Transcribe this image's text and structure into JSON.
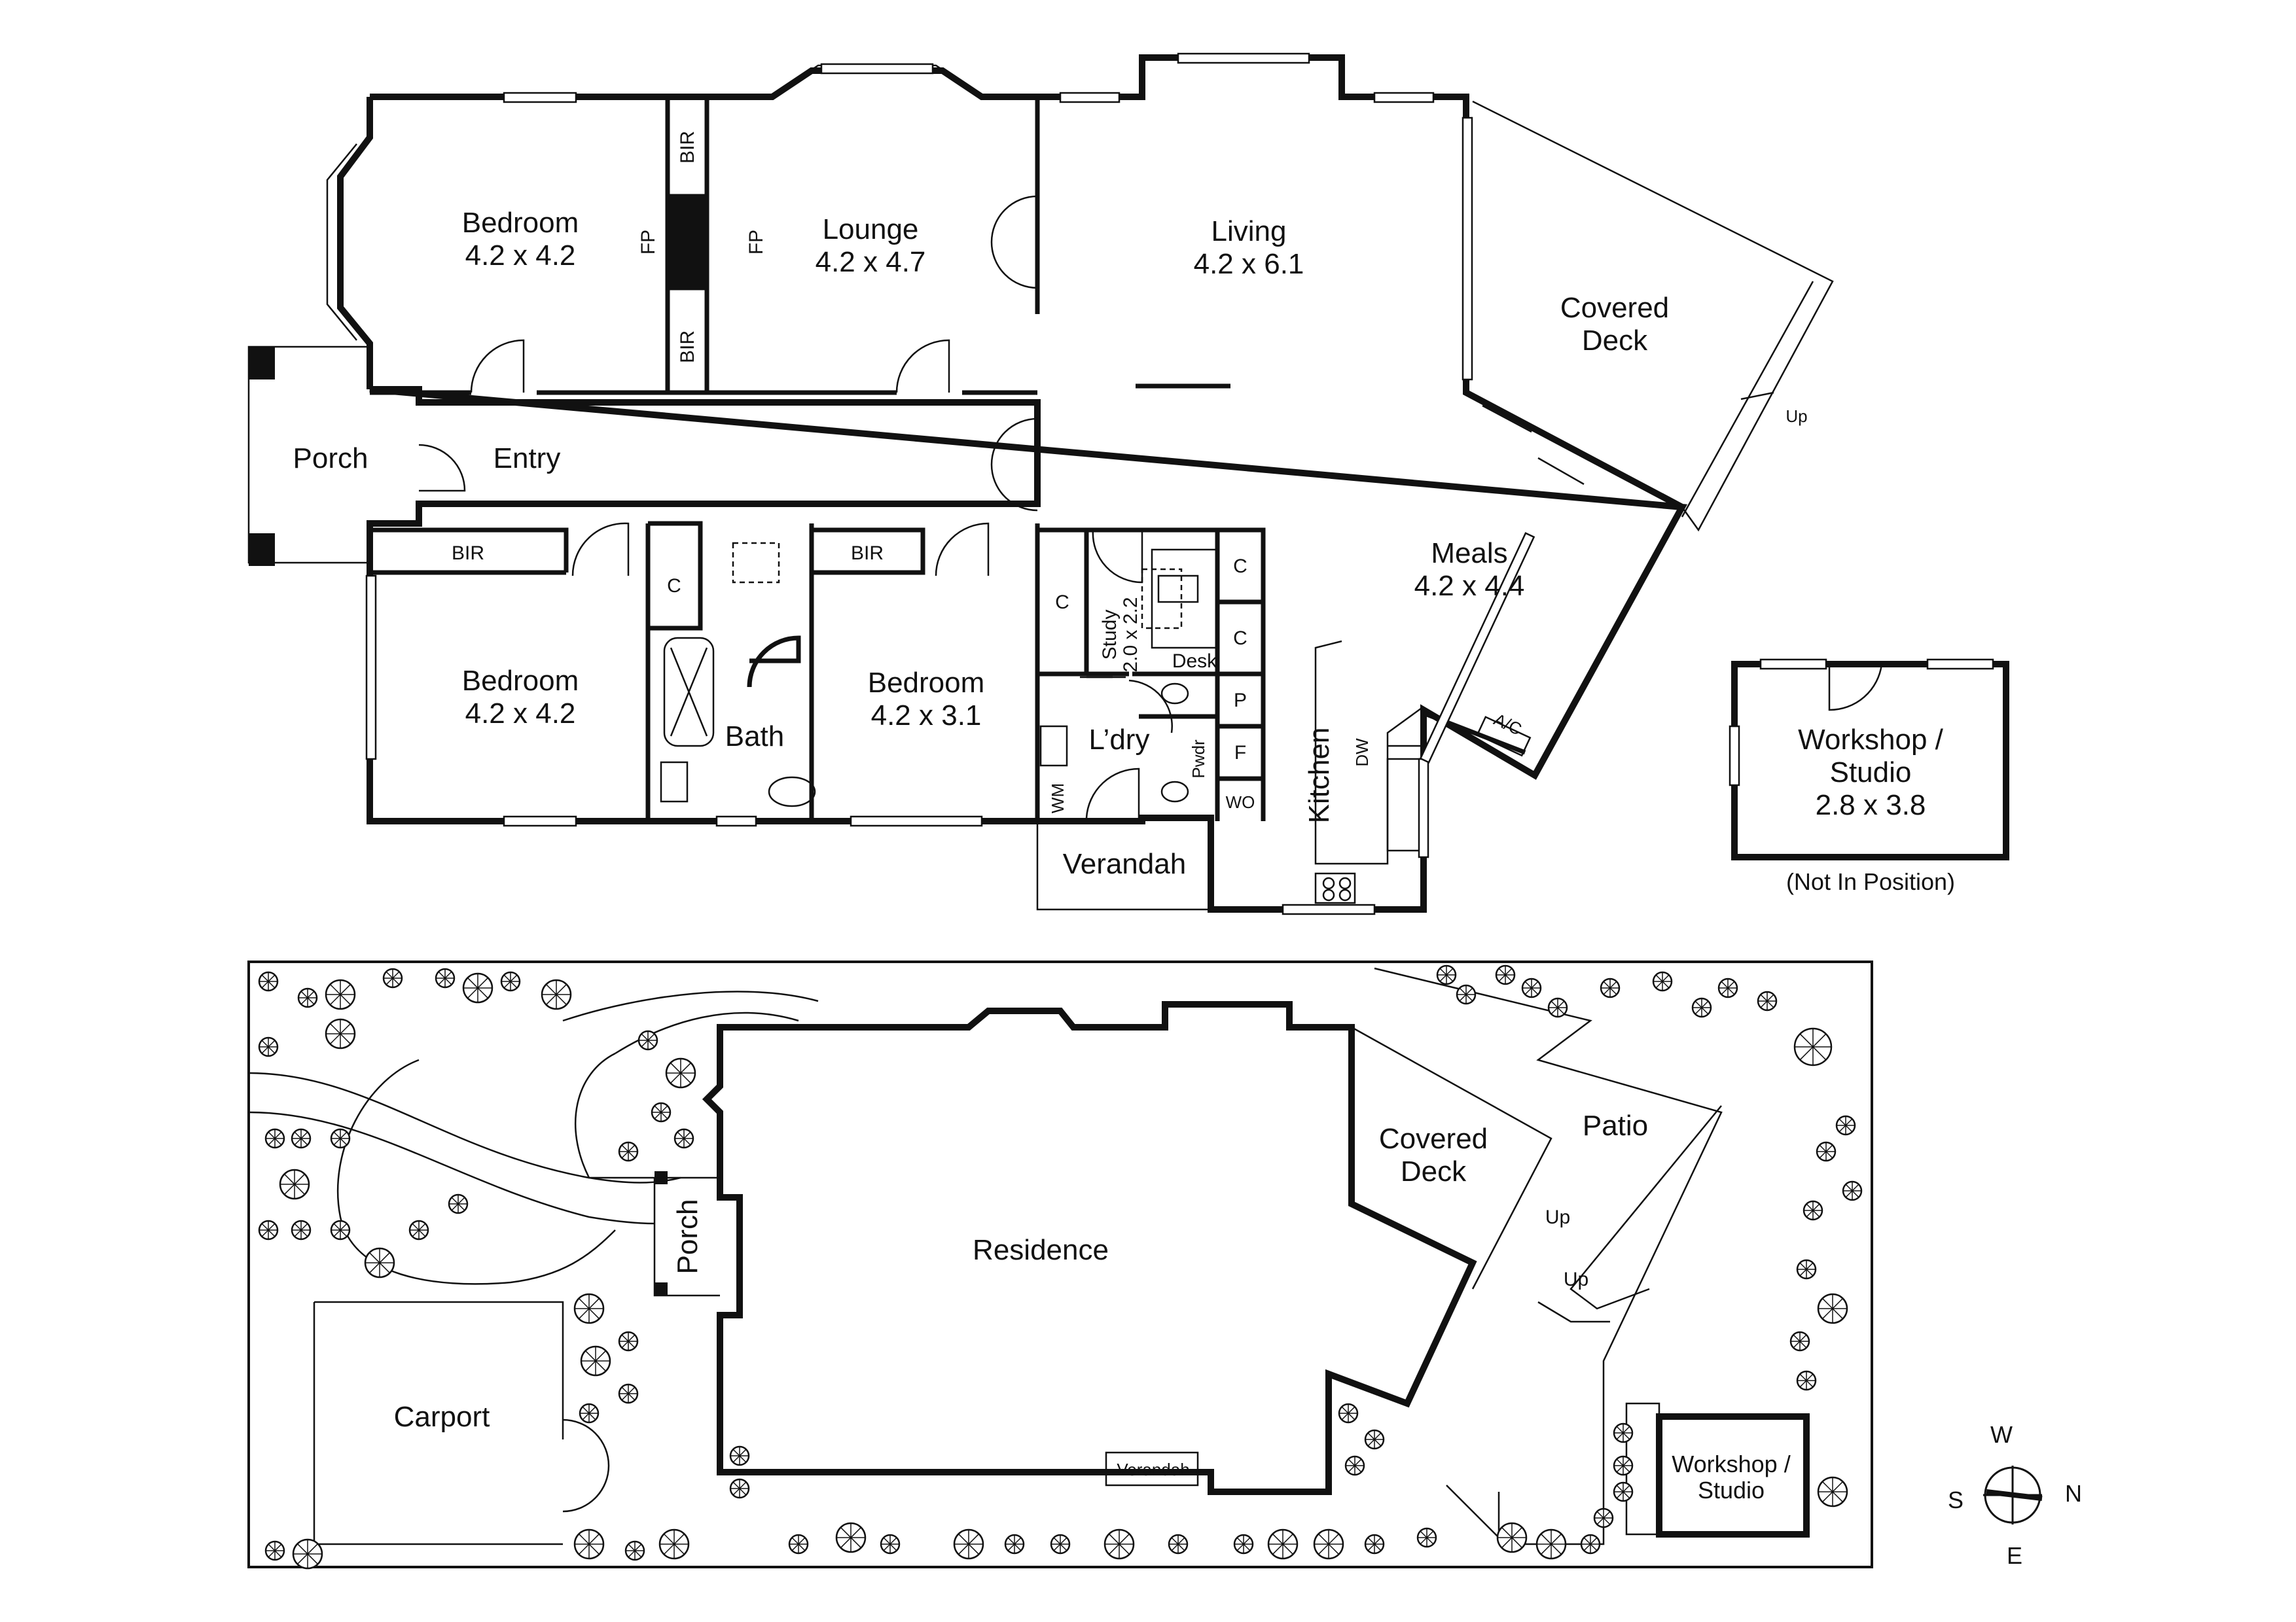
{
  "floor_plan": {
    "rooms": {
      "bedroom_1": {
        "name": "Bedroom",
        "size": "4.2 x 4.2"
      },
      "lounge": {
        "name": "Lounge",
        "size": "4.2 x 4.7"
      },
      "living": {
        "name": "Living",
        "size": "4.2 x 6.1"
      },
      "covered_deck": {
        "line1": "Covered",
        "line2": "Deck"
      },
      "porch": "Porch",
      "entry": "Entry",
      "meals": {
        "name": "Meals",
        "size": "4.2 x 4.4"
      },
      "bedroom_2": {
        "name": "Bedroom",
        "size": "4.2 x 4.2"
      },
      "bath": "Bath",
      "bedroom_3": {
        "name": "Bedroom",
        "size": "4.2 x 3.1"
      },
      "study": {
        "name": "Study",
        "size": "2.0 x 2.2"
      },
      "desk": "Desk",
      "laundry": "L’dry",
      "powder": "Pwdr",
      "kitchen": "Kitchen",
      "verandah": "Verandah",
      "workshop": {
        "line1": "Workshop /",
        "line2": "Studio",
        "size": "2.8 x 3.8",
        "note": "(Not In Position)"
      }
    },
    "fixtures": {
      "bir": "BIR",
      "fp": "FP",
      "cupboard": "C",
      "pantry": "P",
      "fridge": "F",
      "wall_oven": "WO",
      "dishwasher": "DW",
      "washing_machine": "WM",
      "air_con": "A/C",
      "up": "Up"
    }
  },
  "site_plan": {
    "residence": "Residence",
    "covered_deck": {
      "line1": "Covered",
      "line2": "Deck"
    },
    "patio": "Patio",
    "porch": "Porch",
    "carport": "Carport",
    "verandah": "Verandah",
    "workshop": {
      "line1": "Workshop /",
      "line2": "Studio"
    },
    "up": "Up"
  },
  "compass": {
    "north": "N",
    "south": "S",
    "east": "E",
    "west": "W"
  }
}
